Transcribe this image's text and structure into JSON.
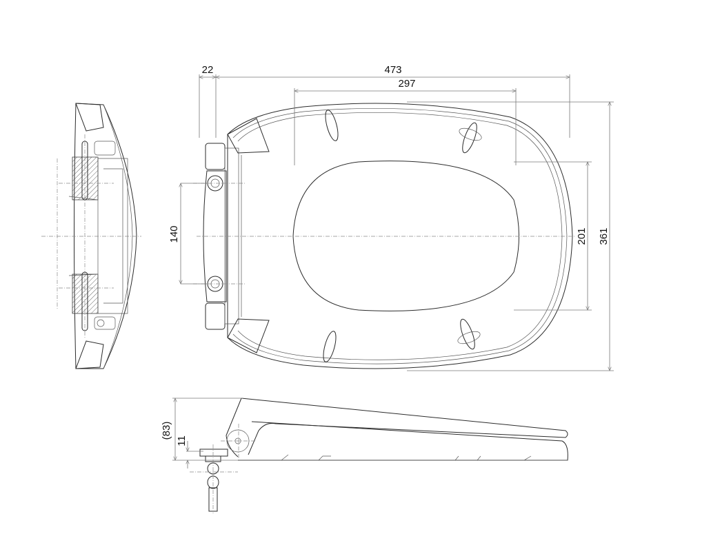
{
  "drawing": {
    "subject": "Toilet seat dimensional drawing",
    "views": [
      "side-section-view",
      "top-view",
      "side-elevation-view"
    ],
    "dimensions": {
      "hinge_offset": "22",
      "overall_length": "473",
      "opening_length": "297",
      "hinge_spacing": "140",
      "opening_width": "201",
      "overall_width": "361",
      "overall_height": "(83)",
      "mount_thickness": "11"
    },
    "colors": {
      "line": "#2a2a2a",
      "dimension": "#777777",
      "background": "#ffffff"
    }
  }
}
